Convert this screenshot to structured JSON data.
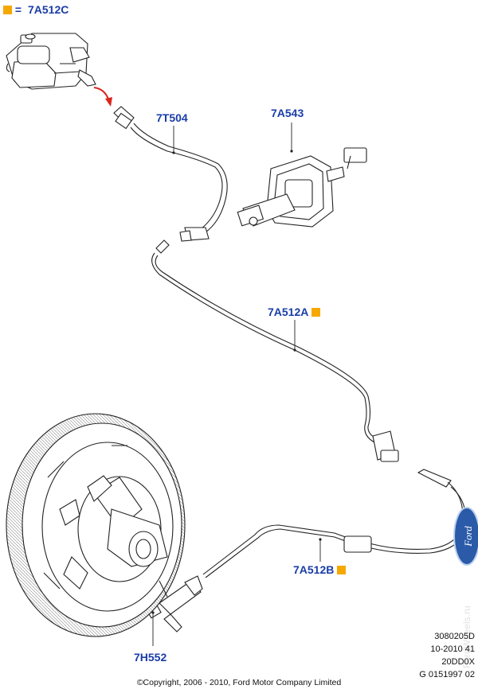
{
  "legend": {
    "marker_color": "#f5a800",
    "equals": "=",
    "part": "7A512C"
  },
  "labels": {
    "hose_7t504": "7T504",
    "master_7a543": "7A543",
    "line_7a512a": "7A512A",
    "line_7a512b": "7A512B",
    "bleeder_7h552": "7H552"
  },
  "codes": {
    "line1": "3080205D",
    "line2": "10-2010 41",
    "line3": "20DD0X",
    "line4": "G 0151997 02"
  },
  "copyright": "©Copyright, 2006 - 2010, Ford Motor Company Limited",
  "brand": {
    "logo_text": "Ford",
    "color": "#2a5aa8"
  },
  "colors": {
    "callout": "#1a3da8",
    "line": "#222222",
    "red_arrow": "#d9251c"
  }
}
